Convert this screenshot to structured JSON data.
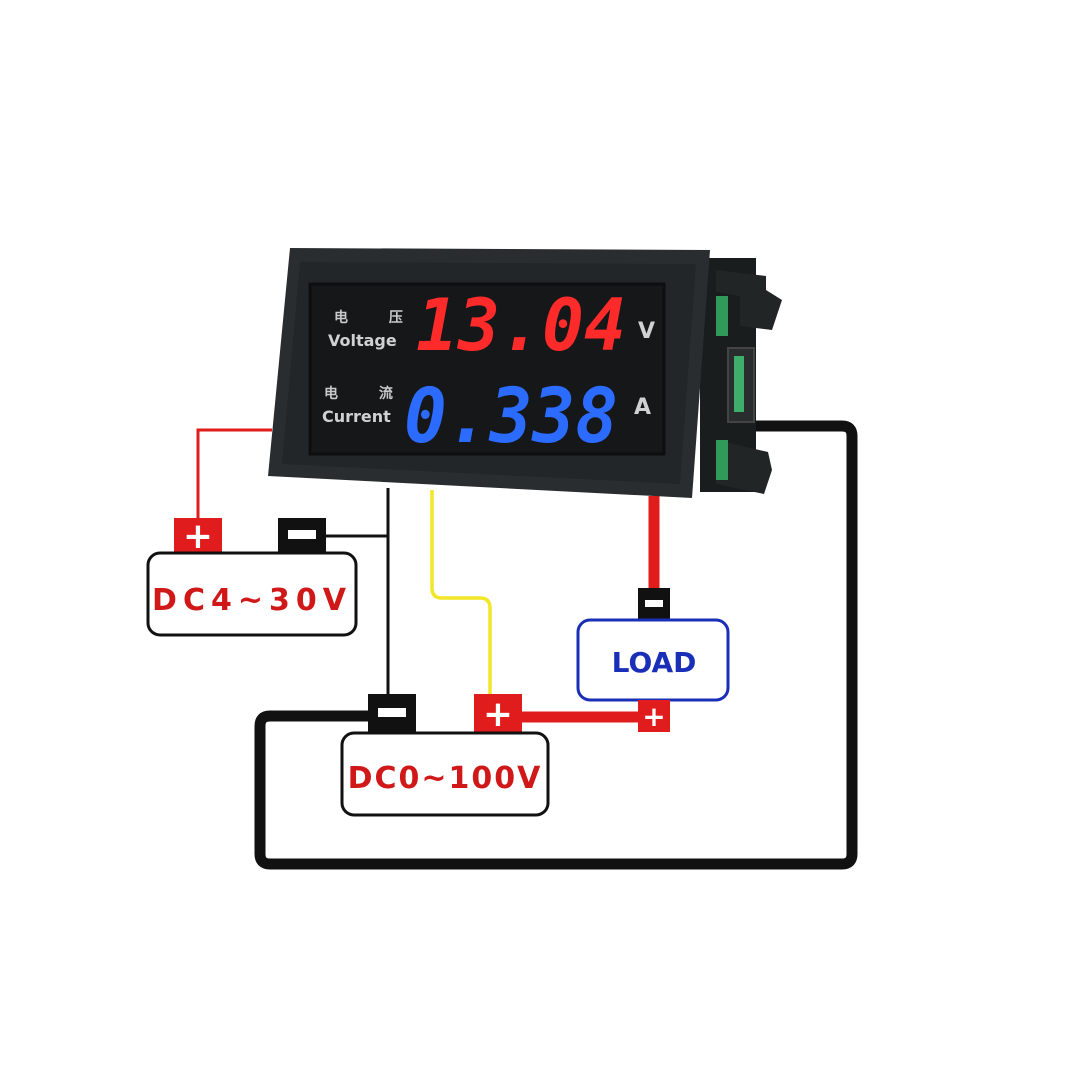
{
  "meter": {
    "voltage_label_cn": "电 压",
    "voltage_label": "Voltage",
    "current_label_cn": "电 流",
    "current_label": "Current",
    "voltage_reading": "13.04",
    "voltage_unit": "V",
    "current_reading": "0.338",
    "current_unit": "A"
  },
  "supply_small": {
    "label": "DC4~30V",
    "plus": "+",
    "minus": "−"
  },
  "supply_large": {
    "label": "DC0~100V",
    "plus": "+",
    "minus": "−"
  },
  "load": {
    "label": "LOAD",
    "plus": "+",
    "minus": "−"
  },
  "colors": {
    "wire_red": "#e01c1c",
    "wire_black": "#111111",
    "wire_yellow": "#f2e628",
    "led_red": "#ff2a2a",
    "led_blue": "#2c6bff",
    "label_red": "#d01818",
    "load_blue": "#1a2fb8"
  }
}
